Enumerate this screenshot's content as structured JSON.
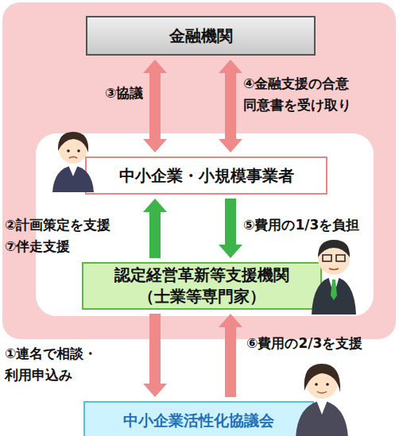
{
  "diagram": {
    "nodes": [
      {
        "text": [
          "金融機関"
        ]
      },
      {
        "text": [
          "中小企業・小規模事業者"
        ]
      },
      {
        "text": [
          "認定経営革新等支援機関 （士業等専門家）"
        ]
      },
      {
        "text": [
          "中小企業活性化協議会"
        ]
      }
    ],
    "edges": [
      {
        "from": 0,
        "to": 1,
        "arrow": "both",
        "label": "③協議"
      },
      {
        "from": 0,
        "to": 1,
        "arrow": "both",
        "label": "④金融支援の合意 同意書を受け取り"
      },
      {
        "from": 2,
        "to": 1,
        "arrow": "to",
        "label": "②計画策定を支援 ⑦伴走支援"
      },
      {
        "from": 1,
        "to": 2,
        "arrow": "to",
        "label": "⑤費用の1/3を負担"
      },
      {
        "from": 2,
        "to": 3,
        "arrow": "to",
        "label": "①連名で相談・ 利用申込み"
      },
      {
        "from": 3,
        "to": 2,
        "arrow": "to",
        "label": "⑥費用の2/3を支援"
      }
    ]
  }
}
